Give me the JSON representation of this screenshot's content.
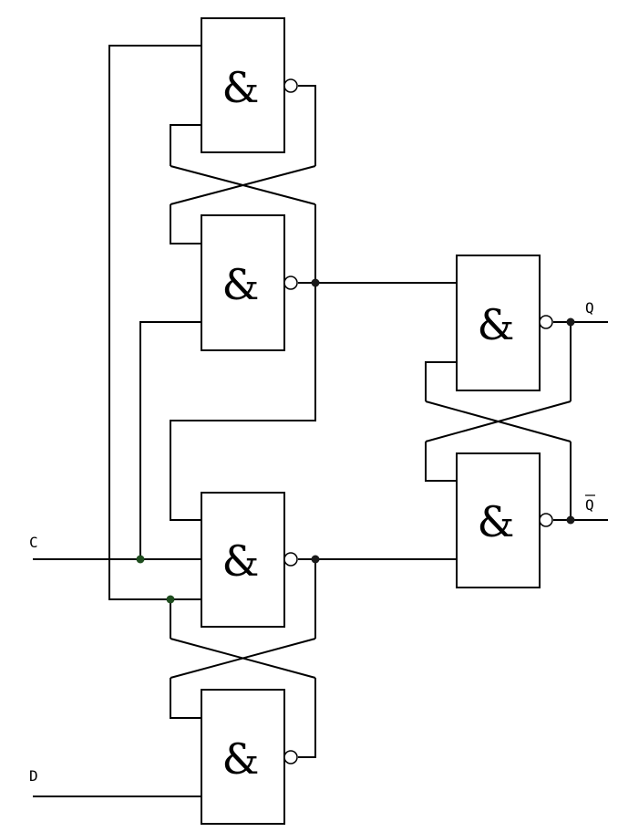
{
  "gates": [
    {
      "id": "g1",
      "symbol": "&"
    },
    {
      "id": "g2",
      "symbol": "&"
    },
    {
      "id": "g3",
      "symbol": "&"
    },
    {
      "id": "g4",
      "symbol": "&"
    },
    {
      "id": "g5",
      "symbol": "&"
    },
    {
      "id": "g6",
      "symbol": "&"
    }
  ],
  "inputs": {
    "c": "C",
    "d": "D"
  },
  "outputs": {
    "q": "Q",
    "qbar": "Q"
  },
  "colors": {
    "wire": "#000000",
    "junction": "#1a1a1a",
    "junction_green": "#1f4d1f"
  }
}
